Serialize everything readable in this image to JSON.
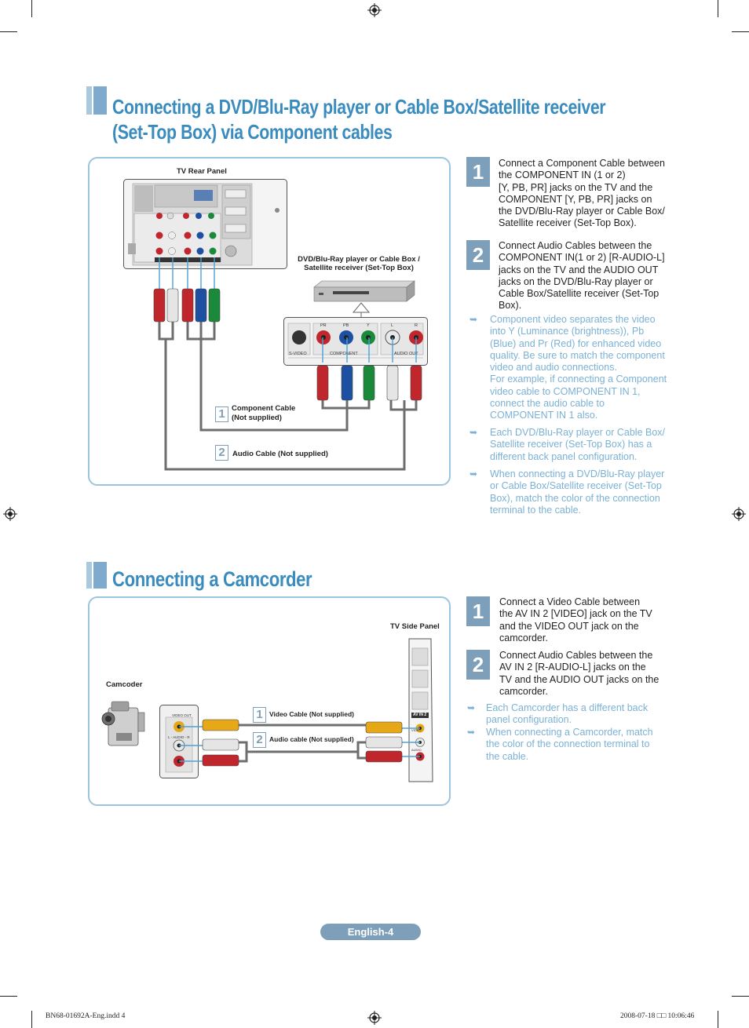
{
  "section1": {
    "title_line1": "Connecting a DVD/Blu-Ray player or Cable Box/Satellite receiver",
    "title_line2": "(Set-Top Box) via Component cables",
    "diagram": {
      "tv_rear_panel_label": "TV Rear Panel",
      "device_label_line1": "DVD/Blu-Ray player or Cable Box /",
      "device_label_line2": "Satellite receiver (Set-Top Box)",
      "component_cable_badge": "1",
      "component_cable_line1": "Component Cable",
      "component_cable_line2": "(Not supplied)",
      "audio_cable_badge": "2",
      "audio_cable_label": "Audio Cable (Not supplied)",
      "jack_svideo": "S-VIDEO",
      "jack_component": "COMPONENT",
      "jack_audio_out": "AUDIO OUT",
      "jack_pr": "PR",
      "jack_pb": "PB",
      "jack_y": "Y",
      "jack_l": "L",
      "jack_r": "R"
    },
    "steps": [
      {
        "num": "1",
        "lines": [
          "Connect a Component Cable between",
          "the COMPONENT IN  (1 or 2)",
          "[Y, PB, PR] jacks on the TV and the",
          "COMPONENT [Y, PB, PR] jacks on",
          "the DVD/Blu-Ray player or Cable Box/",
          "Satellite receiver (Set-Top Box)."
        ]
      },
      {
        "num": "2",
        "lines": [
          "Connect Audio Cables between the",
          "COMPONENT IN(1 or 2) [R-AUDIO-L]",
          "jacks on the TV and the AUDIO OUT",
          "jacks on the DVD/Blu-Ray player or",
          "Cable Box/Satellite receiver (Set-Top",
          "Box)."
        ]
      }
    ],
    "notes": [
      {
        "lines": [
          "Component video separates the video",
          "into Y (Luminance (brightness)), Pb",
          "(Blue) and Pr (Red) for enhanced video",
          "quality. Be sure to match the component",
          "video and audio connections.",
          "For example, if connecting a Component",
          "video cable to COMPONENT IN 1,",
          "connect the audio cable to",
          "COMPONENT IN 1 also."
        ]
      },
      {
        "lines": [
          "Each DVD/Blu-Ray player or Cable Box/",
          "Satellite receiver (Set-Top Box) has a",
          "different back panel configuration."
        ]
      },
      {
        "lines": [
          "When connecting a DVD/Blu-Ray player",
          "or Cable Box/Satellite receiver (Set-Top",
          "Box), match the color of the connection",
          "terminal to the cable."
        ]
      }
    ]
  },
  "section2": {
    "title": "Connecting a Camcorder",
    "diagram": {
      "tv_side_panel_label": "TV Side Panel",
      "camcorder_label": "Camcoder",
      "video_cable_badge": "1",
      "video_cable_label": "Video Cable (Not supplied)",
      "audio_cable_badge": "2",
      "audio_cable_label": "Audio cable (Not supplied)",
      "av_in_label": "AV IN 2",
      "video_out_label": "VIDEO OUT",
      "audio_l_label": "L - AUDIO - R",
      "tv_video_label": "VIDEO",
      "tv_audio_label": "AUDIO"
    },
    "steps": [
      {
        "num": "1",
        "lines": [
          "Connect a Video Cable between",
          "the AV IN 2 [VIDEO] jack on the TV",
          "and the VIDEO OUT jack on the",
          "camcorder."
        ]
      },
      {
        "num": "2",
        "lines": [
          "Connect Audio Cables between the",
          "AV IN 2 [R-AUDIO-L] jacks on the",
          "TV and the AUDIO OUT jacks on the",
          "camcorder."
        ]
      }
    ],
    "notes": [
      {
        "lines": [
          "Each Camcorder has a different back",
          "panel configuration."
        ]
      },
      {
        "lines": [
          "When connecting a Camcorder, match",
          "the color of the connection terminal to",
          "the cable."
        ]
      }
    ]
  },
  "footer": {
    "page_label": "English-4",
    "file_name": "BN68-01692A-Eng.indd   4",
    "timestamp": "2008-07-18   □□ 10:06:46"
  },
  "colors": {
    "title_blue": "#3a8cbf",
    "note_blue": "#7bb1d4",
    "badge_blue": "#7e9fb9",
    "panel_border": "#9cc4dd",
    "cable_red": "#c0272d",
    "cable_green": "#1a8a3a",
    "cable_blue": "#1d4fa3",
    "cable_white": "#d9d9d9",
    "cable_yellow": "#e6a817"
  },
  "icons": [
    "registration-mark-icon",
    "note-arrow-icon",
    "dvd-player-icon",
    "camcorder-icon"
  ]
}
